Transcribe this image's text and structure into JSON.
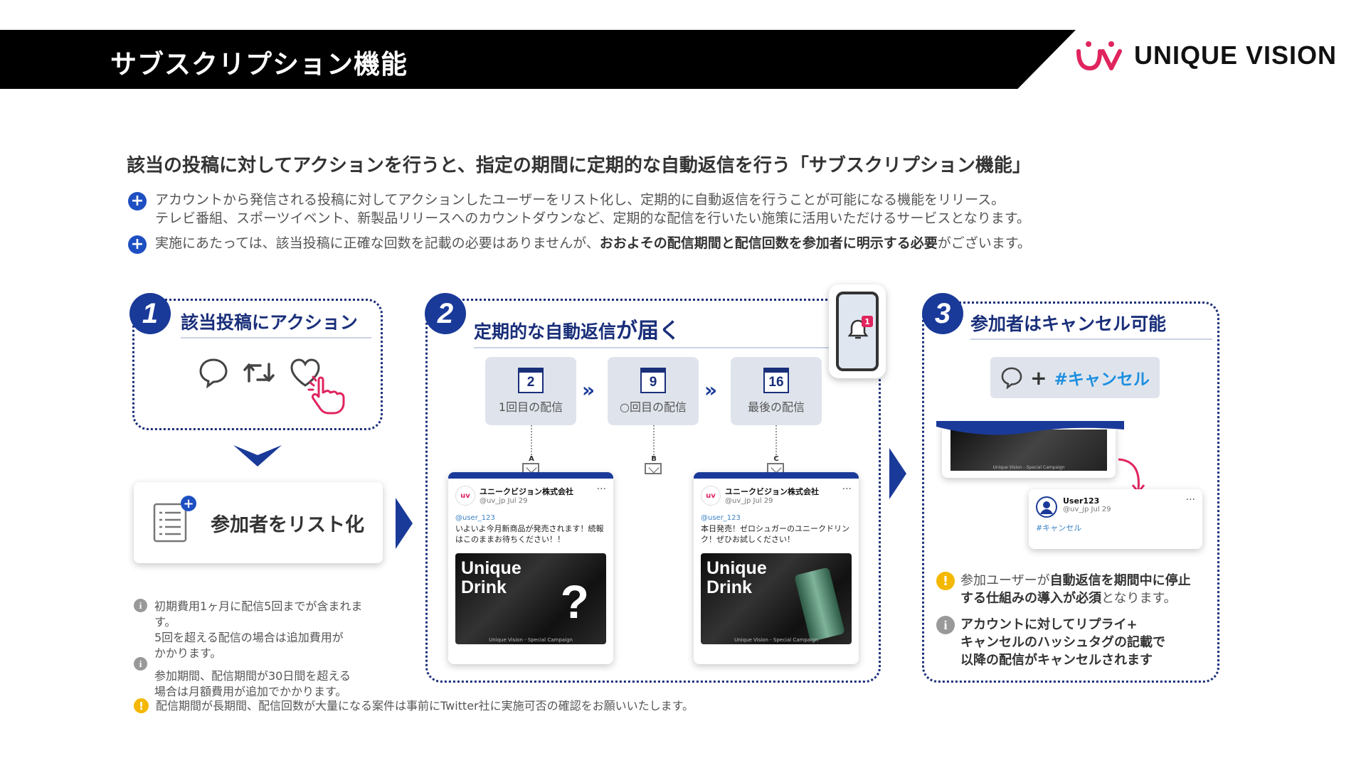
{
  "header": {
    "title": "サブスクリプション機能",
    "logo_text": "UNIQUE VISION",
    "logo_mark": "uv"
  },
  "headline": "該当の投稿に対してアクションを行うと、指定の期間に定期的な自動返信を行う「サブスクリプション機能」",
  "bullets": [
    {
      "line1": "アカウントから発信される投稿に対してアクションしたユーザーをリスト化し、定期的に自動返信を行うことが可能になる機能をリリース。",
      "line2": "テレビ番組、スポーツイベント、新製品リリースへのカウントダウンなど、定期的な配信を行いたい施策に活用いただけるサービスとなります。"
    },
    {
      "prefix": "実施にあたっては、該当投稿に正確な回数を記載の必要はありませんが、",
      "bold": "おおよその配信期間と配信回数を参加者に明示する必要",
      "suffix": "がございます。"
    }
  ],
  "step1": {
    "num": "1",
    "title": "該当投稿にアクション",
    "icons": [
      "reply-icon",
      "retweet-icon",
      "like-icon",
      "pointer-hand-icon"
    ],
    "list_card": "参加者をリスト化"
  },
  "step2": {
    "num": "2",
    "title_prefix": "定期的な自動返信",
    "title_suffix": "が届く",
    "schedule": [
      {
        "day": "2",
        "label": "1回目の配信",
        "mail": "A"
      },
      {
        "day": "9",
        "label": "○回目の配信",
        "mail": "B"
      },
      {
        "day": "16",
        "label": "最後の配信",
        "mail": "C"
      }
    ],
    "phone_badge": "1",
    "tweets": [
      {
        "name": "ユニークビジョン株式会社",
        "handle": "@uv_jp Jul 29",
        "avatar": "uv",
        "mention": "@user_123",
        "body": "いよいよ今月新商品が発売されます！続報はこのままお待ちください！！",
        "img_title": "Unique Drink",
        "img_mark": "?",
        "img_foot": "Unique Vision - Special Campaign"
      },
      {
        "name": "ユニークビジョン株式会社",
        "handle": "@uv_jp Jul 29",
        "avatar": "uv",
        "mention": "@user_123",
        "body": "本日発売！ゼロシュガーのユニークドリンク！ぜひお試しください！",
        "img_title": "Unique Drink",
        "img_mark": "",
        "img_foot": "Unique Vision - Special Campaign"
      }
    ]
  },
  "step3": {
    "num": "3",
    "title": "参加者はキャンセル可能",
    "cancel_hashtag": "#キャンセル",
    "cancel_plus": "+",
    "reply": {
      "user": "User123",
      "handle": "@uv_jp Jul 29",
      "text": "#キャンセル",
      "img_foot": "Unique Vision - Special Campaign"
    },
    "notes": [
      {
        "p1": "参加ユーザーが",
        "b1": "自動返信を期間中に停止",
        "b2": "する仕組みの導入が必須",
        "p2": "となります。"
      },
      {
        "line1": "アカウントに対してリプライ+",
        "line2": "キャンセルのハッシュタグの記載で",
        "line3": "以降の配信がキャンセルされます"
      }
    ]
  },
  "footnotes": {
    "n1_l1": "初期費用1ヶ月に配信5回までが含まれま",
    "n1_l2": "す。",
    "n1_l3": "5回を超える配信の場合は追加費用が",
    "n1_l4": "かかります。",
    "n2_l1": "参加期間、配信期間が30日間を超える",
    "n2_l2": "場合は月額費用が追加でかかります。",
    "warn": "配信期間が長期間、配信回数が大量になる案件は事前にTwitter社に実施可否の確認をお願いいたします。"
  },
  "colors": {
    "navy": "#1a2f7a",
    "accent_blue": "#1e4fc2",
    "hashtag": "#1d8fe0",
    "brand_pink": "#e0245e",
    "warn_yellow": "#f5b800"
  }
}
